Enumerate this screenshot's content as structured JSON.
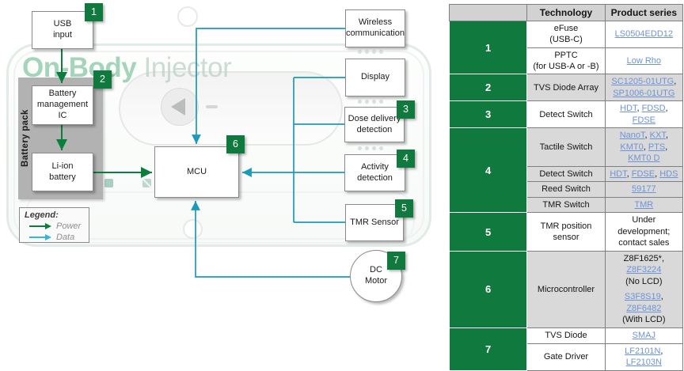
{
  "diagram": {
    "watermark": {
      "strong": "On-Body",
      "light": " Injector"
    },
    "battery_pack_label": "Battery pack",
    "legend": {
      "title": "Legend:",
      "items": [
        {
          "label": "Power",
          "type": "power"
        },
        {
          "label": "Data",
          "type": "data"
        }
      ]
    },
    "colors": {
      "accent_green": "#107a3e",
      "power_arrow": "#0a7f3c",
      "data_arrow": "#1d9ab9",
      "link_blue": "#6e93d6"
    },
    "blocks": {
      "usb": {
        "label": "USB\ninput",
        "badge": "1"
      },
      "bmic": {
        "label": "Battery\nmanagement\nIC",
        "badge": "2"
      },
      "liion": {
        "label": "Li-ion\nbattery"
      },
      "mcu": {
        "label": "MCU",
        "badge": "6"
      },
      "wireless": {
        "label": "Wireless\ncommunication"
      },
      "display": {
        "label": "Display"
      },
      "dose": {
        "label": "Dose delivery\ndetection",
        "badge": "3"
      },
      "activity": {
        "label": "Activity\ndetection",
        "badge": "4"
      },
      "tmr": {
        "label": "TMR Sensor",
        "badge": "5"
      },
      "dcmotor": {
        "label": "DC\nMotor",
        "badge": "7"
      }
    },
    "connections": [
      {
        "from": "USB input",
        "to": "Battery management IC",
        "type": "power"
      },
      {
        "from": "Battery management IC",
        "to": "Li-ion battery",
        "type": "power"
      },
      {
        "from": "Li-ion battery",
        "to": "MCU",
        "type": "power"
      },
      {
        "from": "Wireless communication",
        "to": "MCU",
        "type": "data"
      },
      {
        "from": "Display",
        "to": "MCU",
        "type": "data"
      },
      {
        "from": "Dose delivery detection",
        "to": "MCU",
        "type": "data"
      },
      {
        "from": "Activity detection",
        "to": "MCU",
        "type": "data"
      },
      {
        "from": "TMR Sensor",
        "to": "MCU",
        "type": "data"
      },
      {
        "from": "DC Motor",
        "to": "MCU",
        "type": "data"
      }
    ]
  },
  "table": {
    "header": [
      "",
      "Technology",
      "Product series"
    ],
    "groups": [
      {
        "num": "1",
        "shade": false,
        "rows": [
          {
            "tech": "eFuse\n(USB-C)",
            "lines": [
              {
                "segs": [
                  {
                    "t": "LS0504EDD12",
                    "l": true
                  }
                ]
              }
            ]
          },
          {
            "tech": "PPTC\n(for USB-A or -B)",
            "lines": [
              {
                "segs": [
                  {
                    "t": "Low Rho",
                    "l": true
                  }
                ]
              }
            ]
          }
        ]
      },
      {
        "num": "2",
        "shade": true,
        "rows": [
          {
            "tech": "TVS Diode Array",
            "lines": [
              {
                "segs": [
                  {
                    "t": "SC1205-01UTG",
                    "l": true
                  },
                  {
                    "t": ","
                  }
                ]
              },
              {
                "segs": [
                  {
                    "t": "SP1006-01UTG",
                    "l": true
                  }
                ]
              }
            ]
          }
        ]
      },
      {
        "num": "3",
        "shade": false,
        "rows": [
          {
            "tech": "Detect Switch",
            "lines": [
              {
                "segs": [
                  {
                    "t": "HDT",
                    "l": true
                  },
                  {
                    "t": ", "
                  },
                  {
                    "t": "FDSD",
                    "l": true
                  },
                  {
                    "t": ", "
                  },
                  {
                    "t": "FDSE",
                    "l": true
                  }
                ]
              }
            ]
          }
        ]
      },
      {
        "num": "4",
        "shade": true,
        "rows": [
          {
            "tech": "Tactile Switch",
            "lines": [
              {
                "segs": [
                  {
                    "t": "NanoT",
                    "l": true
                  },
                  {
                    "t": ", "
                  },
                  {
                    "t": "KXT",
                    "l": true
                  },
                  {
                    "t": ","
                  }
                ]
              },
              {
                "segs": [
                  {
                    "t": "KMT0",
                    "l": true
                  },
                  {
                    "t": ", "
                  },
                  {
                    "t": "PTS",
                    "l": true
                  },
                  {
                    "t": ", "
                  },
                  {
                    "t": "KMT0 D",
                    "l": true
                  }
                ]
              }
            ]
          },
          {
            "tech": "Detect Switch",
            "lines": [
              {
                "segs": [
                  {
                    "t": "HDT",
                    "l": true
                  },
                  {
                    "t": ", "
                  },
                  {
                    "t": "FDSE",
                    "l": true
                  },
                  {
                    "t": ", "
                  },
                  {
                    "t": "HDS",
                    "l": true
                  }
                ]
              }
            ]
          },
          {
            "tech": "Reed Switch",
            "lines": [
              {
                "segs": [
                  {
                    "t": "59177",
                    "l": true
                  }
                ]
              }
            ]
          },
          {
            "tech": "TMR Switch",
            "lines": [
              {
                "segs": [
                  {
                    "t": "TMR",
                    "l": true
                  }
                ]
              }
            ]
          }
        ]
      },
      {
        "num": "5",
        "shade": false,
        "rows": [
          {
            "tech": "TMR position sensor",
            "lines": [
              {
                "segs": [
                  {
                    "t": "Under development;"
                  }
                ]
              },
              {
                "segs": [
                  {
                    "t": "contact sales"
                  }
                ]
              }
            ]
          }
        ]
      },
      {
        "num": "6",
        "shade": true,
        "rows": [
          {
            "tech": "Microcontroller",
            "lines": [
              {
                "segs": [
                  {
                    "t": "Z8F1625*"
                  },
                  {
                    "t": ", "
                  },
                  {
                    "t": "Z8F3224",
                    "l": true
                  }
                ]
              },
              {
                "segs": [
                  {
                    "t": "(No LCD)"
                  }
                ]
              },
              {
                "sp": true,
                "segs": [
                  {
                    "t": "S3F8S19",
                    "l": true
                  },
                  {
                    "t": ", "
                  },
                  {
                    "t": "Z8F6482",
                    "l": true
                  }
                ]
              },
              {
                "segs": [
                  {
                    "t": "(With LCD)"
                  }
                ]
              }
            ]
          }
        ]
      },
      {
        "num": "7",
        "shade": false,
        "rows": [
          {
            "tech": "TVS Diode",
            "lines": [
              {
                "segs": [
                  {
                    "t": "SMAJ",
                    "l": true
                  }
                ]
              }
            ]
          },
          {
            "tech": "Gate Driver",
            "lines": [
              {
                "segs": [
                  {
                    "t": "LF2101N",
                    "l": true
                  },
                  {
                    "t": ", "
                  },
                  {
                    "t": "LF2103N",
                    "l": true
                  }
                ]
              }
            ]
          }
        ]
      }
    ]
  }
}
